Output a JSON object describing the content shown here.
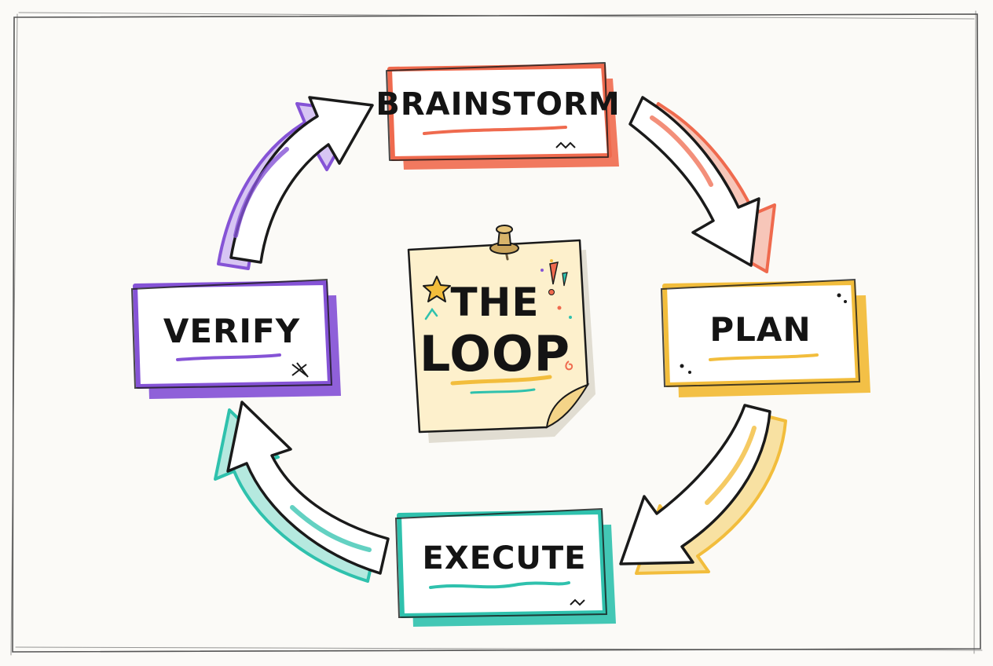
{
  "stages": [
    {
      "id": "brainstorm",
      "label": "BRAINSTORM",
      "color": "#ef6a4e"
    },
    {
      "id": "plan",
      "label": "PLAN",
      "color": "#f2bd3c"
    },
    {
      "id": "execute",
      "label": "EXECUTE",
      "color": "#2fc1ad"
    },
    {
      "id": "verify",
      "label": "VERIFY",
      "color": "#8553d6"
    }
  ],
  "note": {
    "title_line1": "THE",
    "title_line2": "LOOP",
    "paper_color": "#fdf0cc",
    "pin_color": "#c9a35a"
  },
  "icons": [
    "thumbtack-icon",
    "star-icon",
    "exclamation-icon"
  ]
}
